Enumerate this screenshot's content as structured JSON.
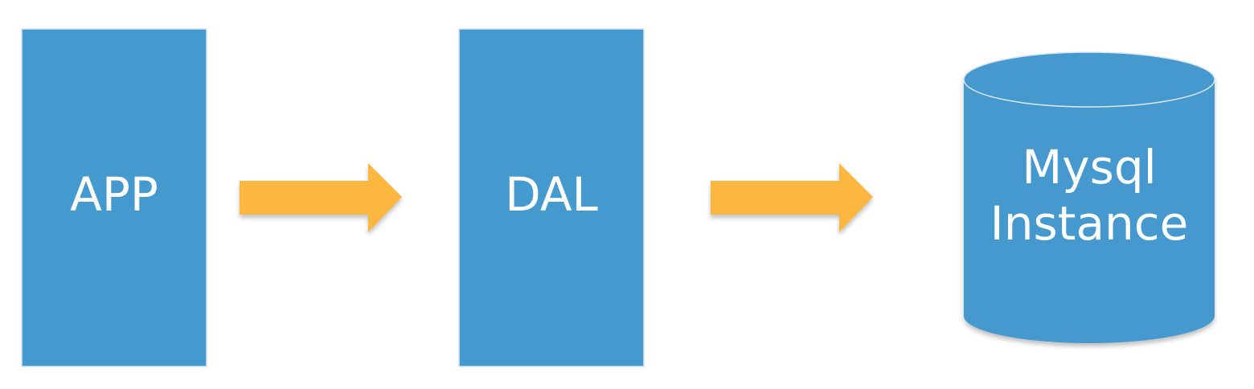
{
  "nodes": {
    "app": {
      "label": "APP"
    },
    "dal": {
      "label": "DAL"
    },
    "db": {
      "line1": "Mysql",
      "line2": "Instance"
    }
  },
  "colors": {
    "node_fill": "#4499cf",
    "arrow_fill": "#fbb73f",
    "text": "#ffffff",
    "background": "#ffffff"
  },
  "icons": {
    "arrow1": "right-arrow-icon",
    "arrow2": "right-arrow-icon",
    "db": "database-cylinder-icon"
  }
}
